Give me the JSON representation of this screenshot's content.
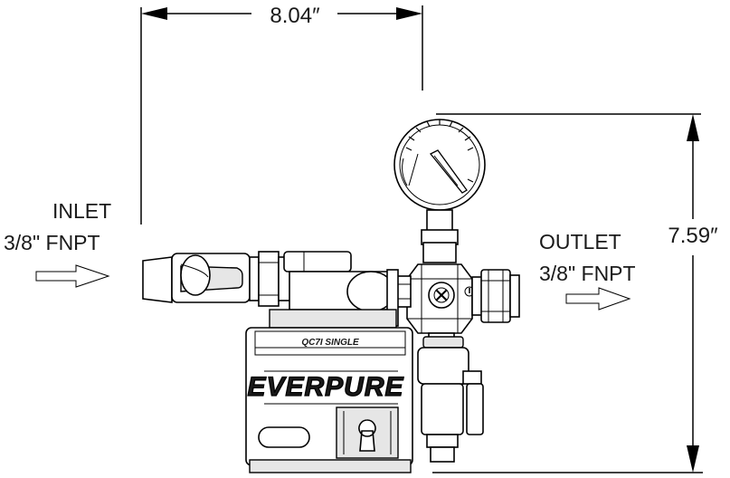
{
  "dimensions": {
    "width": "8.04″",
    "height": "7.59″"
  },
  "inlet": {
    "label": "INLET",
    "spec": "3/8\" FNPT"
  },
  "outlet": {
    "label": "OUTLET",
    "spec": "3/8\" FNPT"
  },
  "product": {
    "brand": "EVERPURE",
    "model": "QC7I SINGLE"
  },
  "colors": {
    "line": "#000000",
    "background": "#ffffff"
  }
}
